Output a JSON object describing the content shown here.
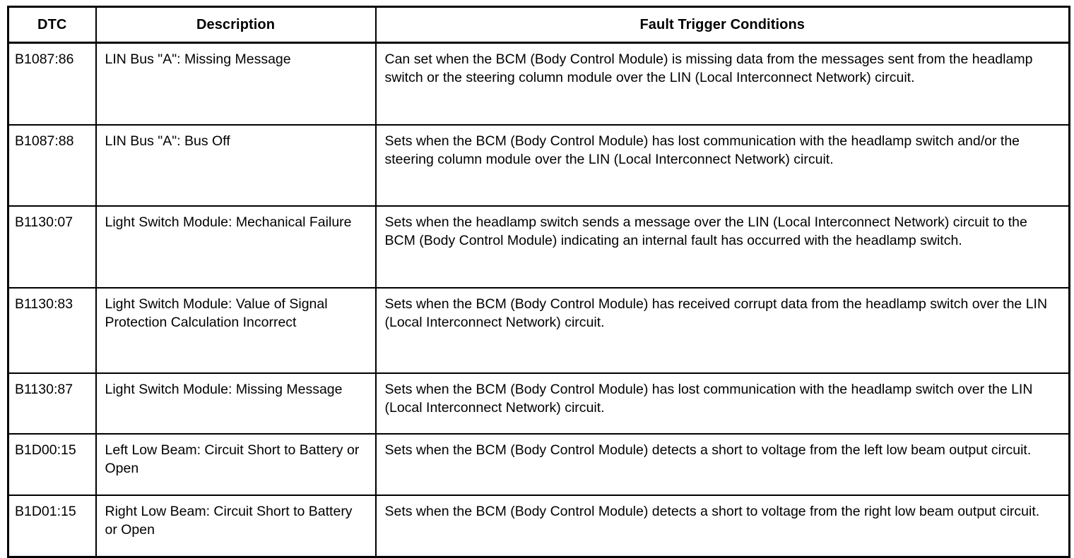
{
  "table": {
    "columns": [
      "DTC",
      "Description",
      "Fault Trigger Conditions"
    ],
    "rows": [
      {
        "dtc": "B1087:86",
        "description": "LIN Bus \"A\": Missing Message",
        "conditions": "Can set when the BCM (Body Control Module) is missing data from the messages sent from the headlamp switch or the steering column module over the LIN (Local Interconnect Network) circuit."
      },
      {
        "dtc": "B1087:88",
        "description": "LIN Bus \"A\": Bus Off",
        "conditions": "Sets when the BCM (Body Control Module) has lost communication with the headlamp switch and/or the steering column module over the LIN (Local Interconnect Network) circuit."
      },
      {
        "dtc": "B1130:07",
        "description": "Light Switch Module: Mechanical Failure",
        "conditions": "Sets when the headlamp switch sends a message over the LIN (Local Interconnect Network) circuit to the BCM (Body Control Module) indicating an internal fault has occurred with the headlamp switch."
      },
      {
        "dtc": "B1130:83",
        "description": "Light Switch Module: Value of Signal Protection Calculation Incorrect",
        "conditions": "Sets when the BCM (Body Control Module) has received corrupt data from the headlamp switch over the LIN (Local Interconnect Network) circuit."
      },
      {
        "dtc": "B1130:87",
        "description": "Light Switch Module: Missing Message",
        "conditions": "Sets when the BCM (Body Control Module) has lost communication with the headlamp switch over the LIN (Local Interconnect Network) circuit."
      },
      {
        "dtc": "B1D00:15",
        "description": "Left Low Beam: Circuit Short to Battery or Open",
        "conditions": "Sets when the BCM (Body Control Module) detects a short to voltage from the left low beam output circuit."
      },
      {
        "dtc": "B1D01:15",
        "description": "Right Low Beam: Circuit Short to Battery or Open",
        "conditions": "Sets when the BCM (Body Control Module) detects a short to voltage from the right low beam output circuit."
      }
    ]
  }
}
